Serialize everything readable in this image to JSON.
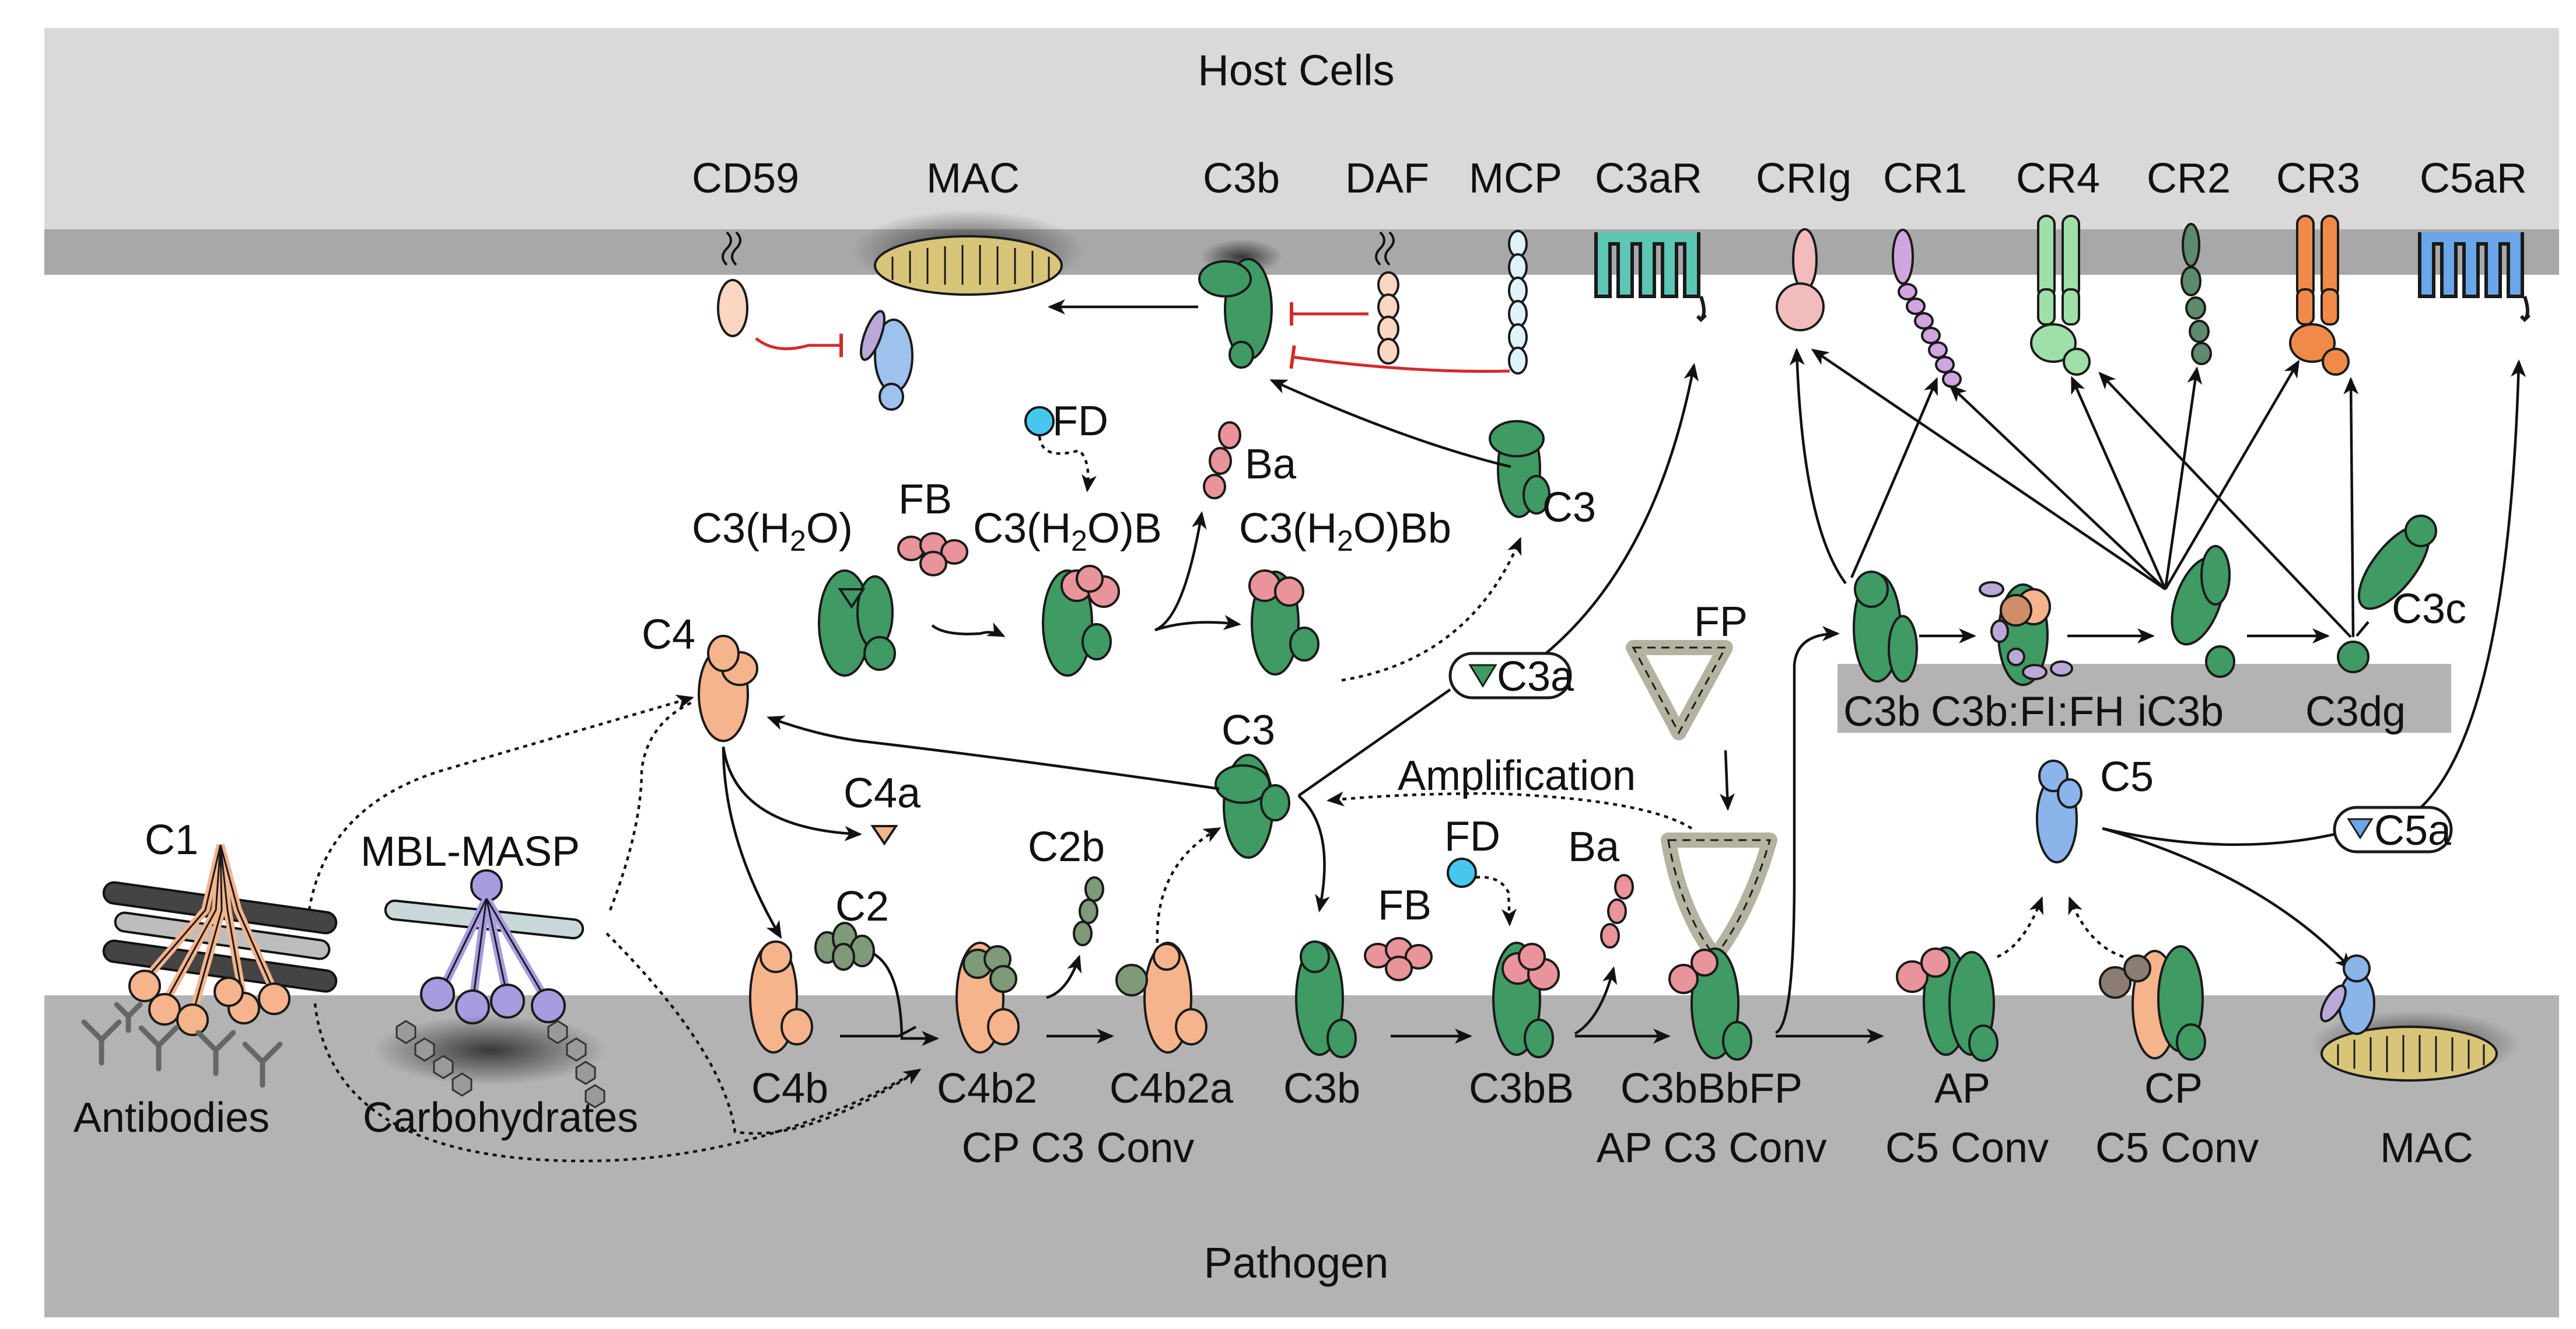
{
  "regions": {
    "top": "Host Cells",
    "bottom": "Pathogen"
  },
  "colors": {
    "c3_green": "#3f9a63",
    "c4_peach": "#f5b48c",
    "fb_pink": "#e8949a",
    "fd_cyan": "#46c8ee",
    "c5_blue": "#8ab4ea",
    "mac_gold": "#d9c57a",
    "inhibitor_red": "#d42a2a",
    "properdin_gray": "#b3b3a0",
    "c2_olive": "#7e9a78",
    "crig_pink": "#f2bcbc",
    "cr1_lavender": "#cfa6e0",
    "cr4_lightgreen": "#9ee0a8",
    "cr2_darkgreen": "#5e8a6e",
    "cr3_orange": "#f08a4a",
    "c3ar_teal": "#5cc7b4",
    "c5ar_blue": "#6aa6ea"
  },
  "host_labels": {
    "cd59": "CD59",
    "mac": "MAC",
    "c3b": "C3b",
    "daf": "DAF",
    "mcp": "MCP",
    "c3ar": "C3aR",
    "crig": "CRIg",
    "cr1": "CR1",
    "cr4": "CR4",
    "cr2": "CR2",
    "cr3": "CR3",
    "c5ar": "C5aR"
  },
  "tickover": {
    "fd": "FD",
    "ba": "Ba",
    "fb": "FB",
    "c3h2o_prefix": "C3(H",
    "sub2": "2",
    "c3h2o_suffix": "O)",
    "c3h2ob_suffix": "O)B",
    "c3h2obb_suffix": "O)Bb",
    "c3": "C3"
  },
  "middle": {
    "c4": "C4",
    "c3a": "C3a",
    "c4a": "C4a",
    "c3": "C3",
    "amplification": "Amplification",
    "fp": "FP",
    "c3c": "C3c",
    "c5": "C5",
    "c5a": "C5a",
    "c2b": "C2b",
    "c2": "C2",
    "fd": "FD",
    "ba": "Ba",
    "fb": "FB"
  },
  "degradation": {
    "c3b": "C3b",
    "c3b_fi_fh": "C3b:FI:FH",
    "ic3b": "iC3b",
    "c3dg": "C3dg"
  },
  "initiators": {
    "c1": "C1",
    "mbl_masp": "MBL-MASP",
    "antibodies": "Antibodies",
    "carbohydrates": "Carbohydrates"
  },
  "surface_labels": {
    "c4b": "C4b",
    "c4b2": "C4b2",
    "c4b2a": "C4b2a",
    "c3b": "C3b",
    "c3bb": "C3bB",
    "c3bbbfp": "C3bBbFP",
    "ap": "AP",
    "cp": "CP",
    "mac": "MAC",
    "cp_c3_conv": "CP C3 Conv",
    "ap_c3_conv": "AP C3 Conv",
    "ap_c5_conv": "C5 Conv",
    "cp_c5_conv": "C5 Conv"
  }
}
